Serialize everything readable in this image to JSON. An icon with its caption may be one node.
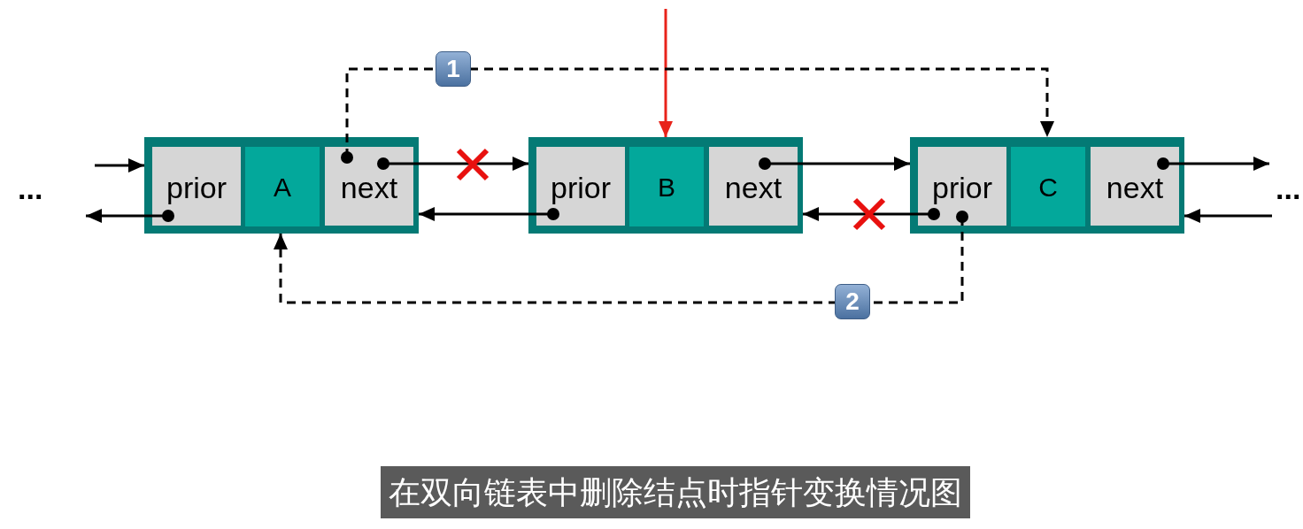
{
  "diagram": {
    "caption": "在双向链表中删除结点时指针变换情况图",
    "nodes": [
      {
        "text": [],
        "shape": "box"
      },
      {
        "text": [
          "prior"
        ],
        "in": 0
      },
      {
        "text": [
          "A"
        ],
        "in": 0
      },
      {
        "text": [
          "next"
        ],
        "in": 0
      },
      {
        "text": [],
        "shape": "box"
      },
      {
        "text": [
          "prior"
        ],
        "in": 4
      },
      {
        "text": [
          "B"
        ],
        "in": 4
      },
      {
        "text": [
          "next"
        ],
        "in": 4
      },
      {
        "text": [],
        "shape": "box"
      },
      {
        "text": [
          "prior"
        ],
        "in": 8
      },
      {
        "text": [
          "C"
        ],
        "in": 8
      },
      {
        "text": [
          "next"
        ],
        "in": 8
      }
    ],
    "edges": [
      {
        "from": null,
        "to": 0,
        "arrow": "to"
      },
      {
        "from": 1,
        "to": null,
        "arrow": "to"
      },
      {
        "from": 3,
        "to": 4,
        "arrow": "to"
      },
      {
        "from": 5,
        "to": 0,
        "arrow": "to"
      },
      {
        "from": 7,
        "to": 8,
        "arrow": "to"
      },
      {
        "from": 9,
        "to": 4,
        "arrow": "to"
      },
      {
        "from": 11,
        "to": null,
        "arrow": "to"
      },
      {
        "from": null,
        "to": 8,
        "arrow": "to"
      },
      {
        "from": null,
        "to": 4,
        "arrow": "to",
        "color": "#e8231a"
      },
      {
        "from": 3,
        "to": 8,
        "arrow": "to",
        "style": "dashed",
        "label": "1"
      },
      {
        "from": 9,
        "to": 0,
        "arrow": "to",
        "style": "dashed",
        "label": "2"
      }
    ],
    "labels": [
      "...",
      "..."
    ]
  }
}
